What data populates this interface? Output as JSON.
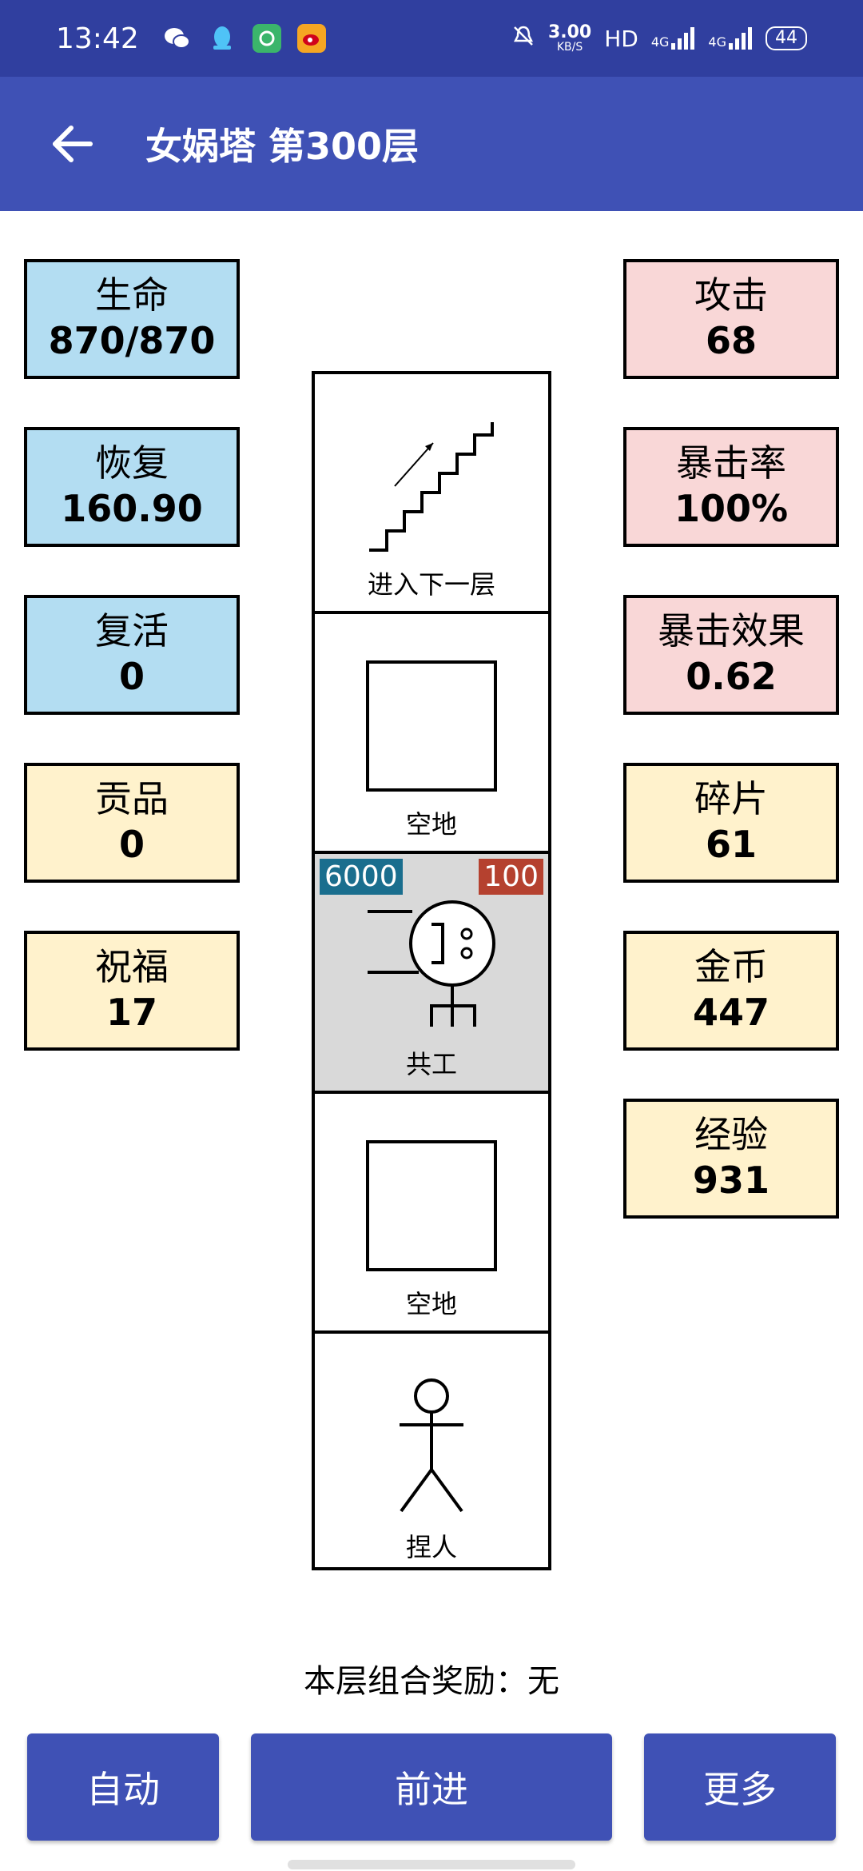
{
  "status_bar": {
    "time": "13:42",
    "speed_value": "3.00",
    "speed_unit": "KB/S",
    "hd": "HD",
    "net1": "4G",
    "net2": "4G",
    "battery": "44"
  },
  "header": {
    "title": "女娲塔 第300层"
  },
  "left_stats": [
    {
      "label": "生命",
      "value": "870/870",
      "color": "blue"
    },
    {
      "label": "恢复",
      "value": "160.90",
      "color": "blue"
    },
    {
      "label": "复活",
      "value": "0",
      "color": "blue"
    },
    {
      "label": "贡品",
      "value": "0",
      "color": "yellow"
    },
    {
      "label": "祝福",
      "value": "17",
      "color": "yellow"
    }
  ],
  "right_stats": [
    {
      "label": "攻击",
      "value": "68",
      "color": "pink"
    },
    {
      "label": "暴击率",
      "value": "100%",
      "color": "pink"
    },
    {
      "label": "暴击效果",
      "value": "0.62",
      "color": "pink"
    },
    {
      "label": "碎片",
      "value": "61",
      "color": "yellow"
    },
    {
      "label": "金币",
      "value": "447",
      "color": "yellow"
    },
    {
      "label": "经验",
      "value": "931",
      "color": "yellow"
    }
  ],
  "tower": {
    "cells": [
      {
        "label": "进入下一层",
        "type": "stairs"
      },
      {
        "label": "空地",
        "type": "empty"
      },
      {
        "label": "共工",
        "type": "monster",
        "hp": "6000",
        "attack": "100"
      },
      {
        "label": "空地",
        "type": "empty"
      },
      {
        "label": "捏人",
        "type": "player"
      }
    ]
  },
  "reward_text": "本层组合奖励：无",
  "buttons": {
    "auto": "自动",
    "forward": "前进",
    "more": "更多"
  },
  "colors": {
    "primary": "#3F51B5",
    "status_bar": "#303F9F",
    "blue_stat": "#B3DDF2",
    "pink_stat": "#F9D7D7",
    "yellow_stat": "#FFF2CC",
    "hp_badge": "#1A6E8E",
    "atk_badge": "#B5412F"
  }
}
